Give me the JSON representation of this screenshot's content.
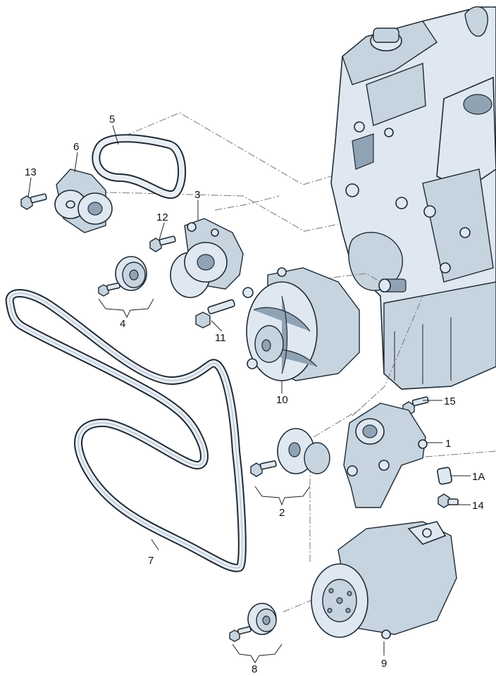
{
  "callouts": {
    "c1": "1",
    "c1a": "1A",
    "c2": "2",
    "c3": "3",
    "c4": "4",
    "c5": "5",
    "c6": "6",
    "c7": "7",
    "c8": "8",
    "c9": "9",
    "c10": "10",
    "c11": "11",
    "c12": "12",
    "c13": "13",
    "c14": "14",
    "c15": "15"
  },
  "colors": {
    "line": "#1f2a33",
    "part_fill": "#dfe8f0",
    "part_shade": "#c6d4e0",
    "background": "#ffffff"
  }
}
